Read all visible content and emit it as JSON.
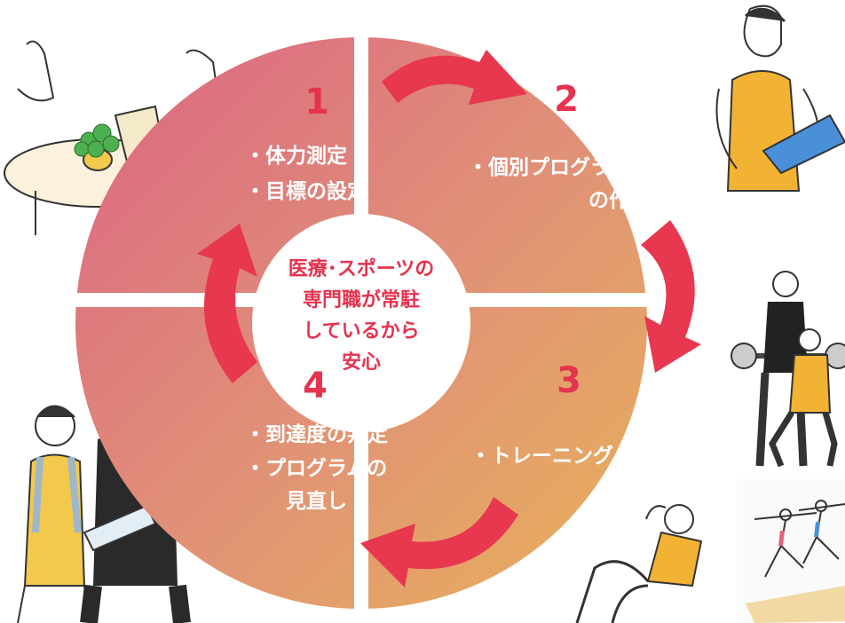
{
  "colors": {
    "arrow": "#e8384f",
    "number": "#e5334f",
    "gradient_start": "#db6483",
    "gradient_mid": "#e08f78",
    "gradient_end": "#e8b25a",
    "text_white": "#ffffff",
    "center_text": "#e5334f"
  },
  "center": {
    "lines": [
      "医療･スポーツの",
      "専門職が常駐",
      "しているから",
      "安心"
    ]
  },
  "steps": [
    {
      "number": "1",
      "lines": [
        "・体力測定",
        "・目標の設定"
      ]
    },
    {
      "number": "2",
      "lines": [
        "・個別プログラム",
        "　の作成"
      ]
    },
    {
      "number": "3",
      "lines": [
        "・トレーニング"
      ]
    },
    {
      "number": "4",
      "lines": [
        "・到達度の判定",
        "・プログラムの",
        "　見直し"
      ]
    }
  ],
  "illustrations": [
    {
      "name": "consultation-illustration",
      "subject": "two people at a table with a plant and clipboard"
    },
    {
      "name": "trainer-clipboard-illustration",
      "subject": "trainer in tank top holding clipboard"
    },
    {
      "name": "squat-training-illustration",
      "subject": "trainer spotting woman doing barbell squat"
    },
    {
      "name": "situp-illustration",
      "subject": "woman doing sit-ups"
    },
    {
      "name": "yoga-group-illustration",
      "subject": "group doing yoga warrior pose"
    },
    {
      "name": "review-illustration",
      "subject": "woman with towel and trainer reviewing clipboard"
    }
  ]
}
